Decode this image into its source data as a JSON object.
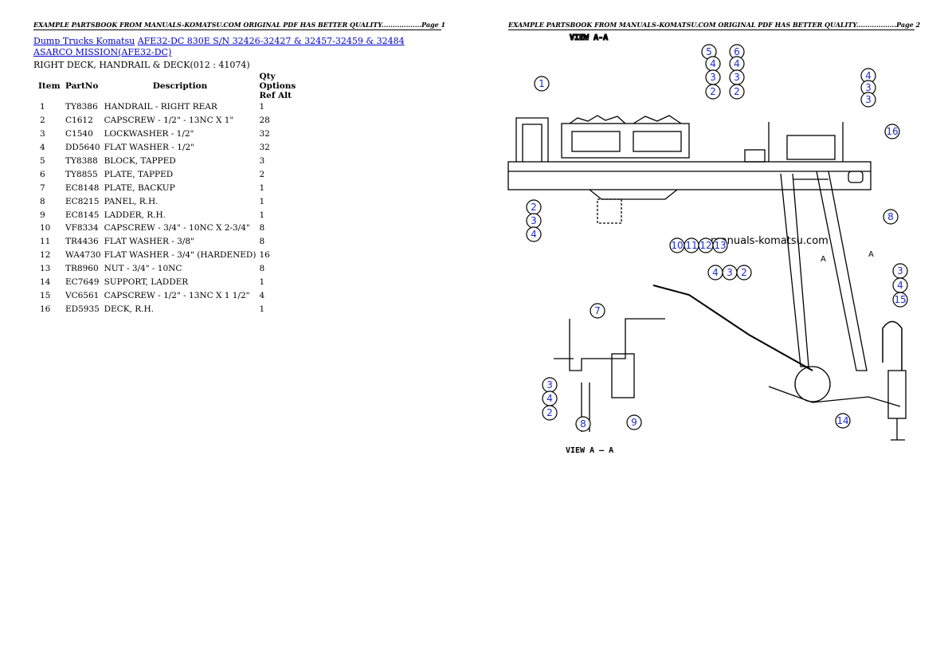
{
  "header_left": "EXAMPLE PARTSBOOK FROM MANUALS-KOMATSU.COM ORIGINAL PDF HAS BETTER QUALITY..................Page 1",
  "header_right": "EXAMPLE PARTSBOOK FROM MANUALS-KOMATSU.COM ORIGINAL PDF HAS BETTER QUALITY..................Page 2",
  "breadcrumb": {
    "link1": "Dump Trucks Komatsu",
    "link2": "AFE32-DC 830E S/N 32426-32427 & 32457-32459 & 32484 ASARCO MISSION(AFE32-DC)"
  },
  "section_title": "RIGHT DECK, HANDRAIL & DECK(012 : 41074)",
  "table": {
    "headers": [
      "Item",
      "PartNo",
      "Description",
      "Qty Options Ref Alt"
    ],
    "rows": [
      [
        "1",
        "TY8386",
        "HANDRAIL - RIGHT REAR",
        "1"
      ],
      [
        "2",
        "C1612",
        "CAPSCREW - 1/2\" - 13NC X 1\"",
        "28"
      ],
      [
        "3",
        "C1540",
        "LOCKWASHER - 1/2\"",
        "32"
      ],
      [
        "4",
        "DD5640",
        "FLAT WASHER - 1/2\"",
        "32"
      ],
      [
        "5",
        "TY8388",
        "BLOCK, TAPPED",
        "3"
      ],
      [
        "6",
        "TY8855",
        "PLATE, TAPPED",
        "2"
      ],
      [
        "7",
        "EC8148",
        "PLATE, BACKUP",
        "1"
      ],
      [
        "8",
        "EC8215",
        "PANEL, R.H.",
        "1"
      ],
      [
        "9",
        "EC8145",
        "LADDER, R.H.",
        "1"
      ],
      [
        "10",
        "VF8334",
        "CAPSCREW - 3/4\" - 10NC X 2-3/4\"",
        "8"
      ],
      [
        "11",
        "TR4436",
        "FLAT WASHER - 3/8\"",
        "8"
      ],
      [
        "12",
        "WA4730",
        "FLAT WASHER - 3/4\" (HARDENED)",
        "16"
      ],
      [
        "13",
        "TR8960",
        "NUT - 3/4\" - 10NC",
        "8"
      ],
      [
        "14",
        "EC7649",
        "SUPPORT, LADDER",
        "1"
      ],
      [
        "15",
        "VC6561",
        "CAPSCREW - 1/2\" - 13NC X 1 1/2\"",
        "4"
      ],
      [
        "16",
        "ED5935",
        "DECK, R.H.",
        "1"
      ]
    ]
  },
  "diagram": {
    "watermark": "manuals-komatsu.com",
    "view_label": "VIEW  A — A",
    "section_marks": [
      "A",
      "A"
    ],
    "callouts": [
      "1",
      "2",
      "3",
      "4",
      "5",
      "6",
      "7",
      "8",
      "9",
      "10",
      "11",
      "12",
      "13",
      "14",
      "15",
      "16"
    ],
    "colors": {
      "callout": "#1a2bd6",
      "link": "#0000cc"
    }
  }
}
